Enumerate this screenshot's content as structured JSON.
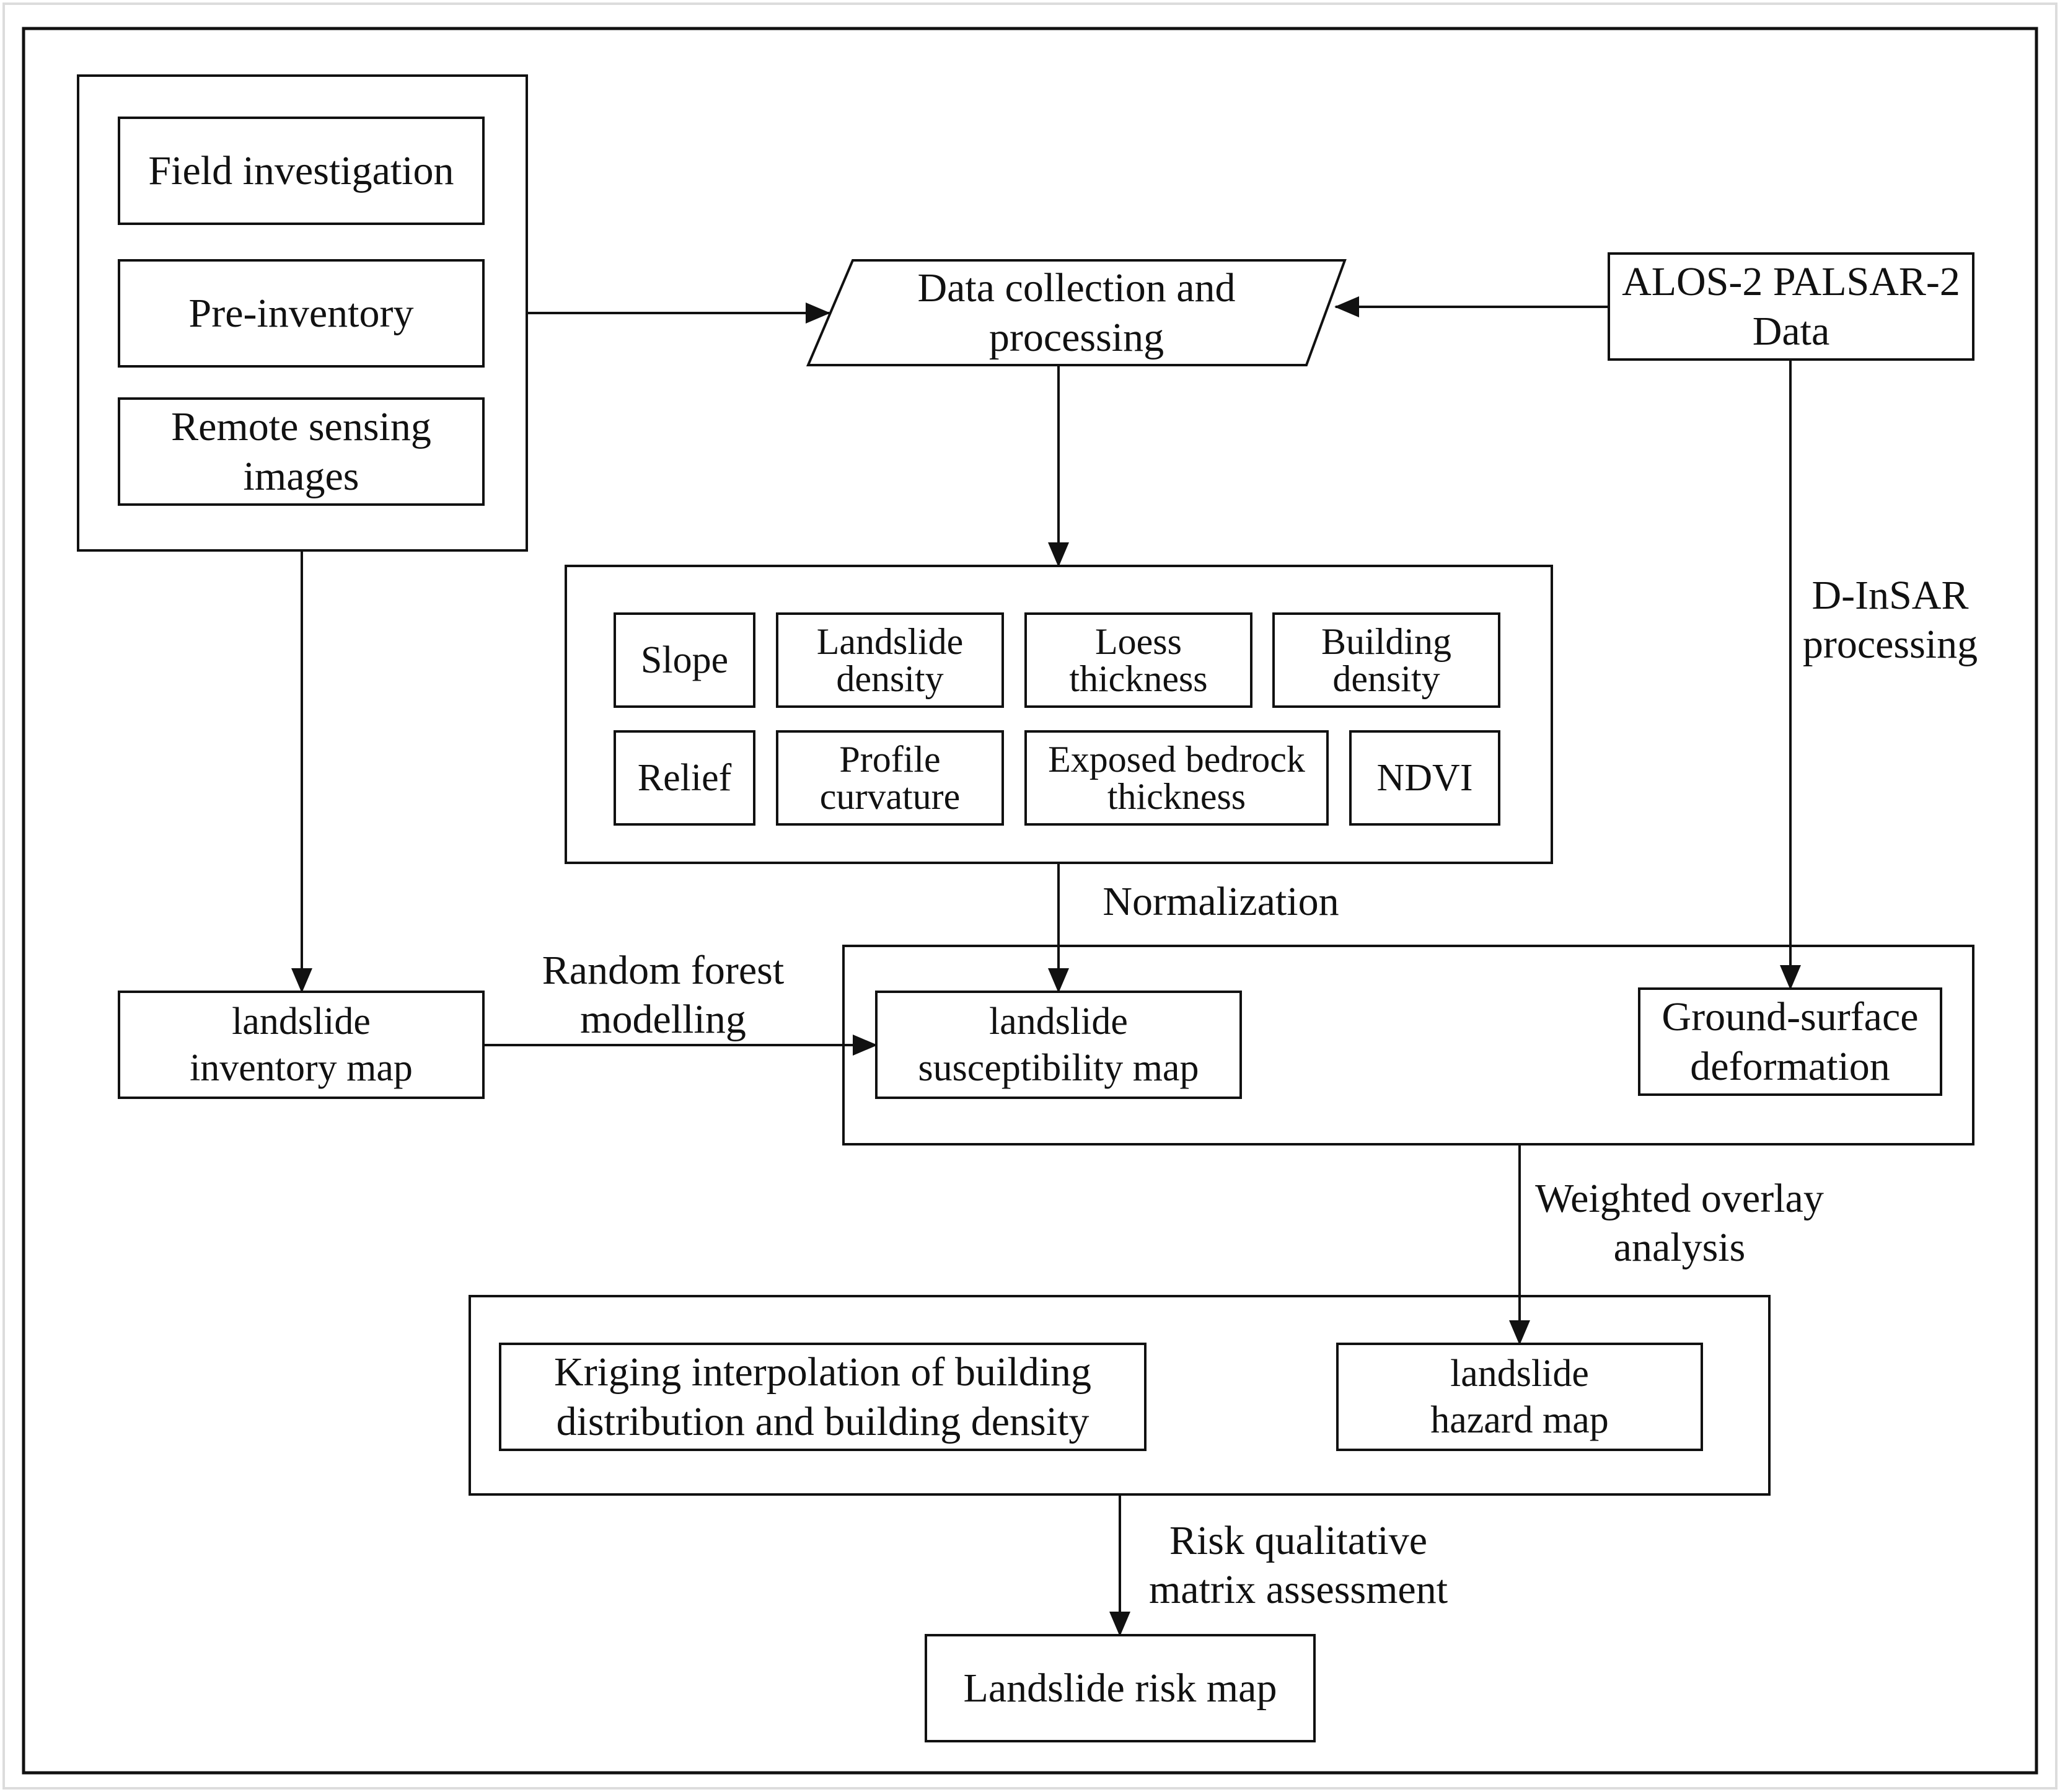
{
  "diagram": {
    "colors": {
      "stroke": "#111111",
      "background": "#ffffff",
      "frame": "#dcdcdc"
    },
    "data_sources": {
      "field_investigation": "Field investigation",
      "pre_inventory": "Pre-inventory",
      "remote_sensing": [
        "Remote sensing",
        "images"
      ]
    },
    "data_collection": [
      "Data collection and",
      "processing"
    ],
    "alos": [
      "ALOS-2 PALSAR-2",
      "Data"
    ],
    "factors": {
      "slope": "Slope",
      "landslide_density": [
        "Landslide",
        "density"
      ],
      "loess_thickness": [
        "Loess",
        "thickness"
      ],
      "building_density": [
        "Building",
        "density"
      ],
      "relief": "Relief",
      "profile_curvature": [
        "Profile",
        "curvature"
      ],
      "exposed_bedrock": [
        "Exposed bedrock",
        "thickness"
      ],
      "ndvi": "NDVI"
    },
    "dinsar": [
      "D-InSAR",
      "processing"
    ],
    "normalization": "Normalization",
    "random_forest": [
      "Random forest",
      "modelling"
    ],
    "inventory_map": [
      "landslide",
      "inventory map"
    ],
    "susceptibility_map": [
      "landslide",
      "susceptibility map"
    ],
    "deformation": [
      "Ground-surface",
      "deformation"
    ],
    "weighted_overlay": [
      "Weighted overlay",
      "analysis"
    ],
    "kriging": [
      "Kriging interpolation of building",
      "distribution and building density"
    ],
    "hazard_map": [
      "landslide",
      "hazard map"
    ],
    "risk_assessment": [
      "Risk qualitative",
      "matrix assessment"
    ],
    "risk_map": "Landslide risk map"
  }
}
